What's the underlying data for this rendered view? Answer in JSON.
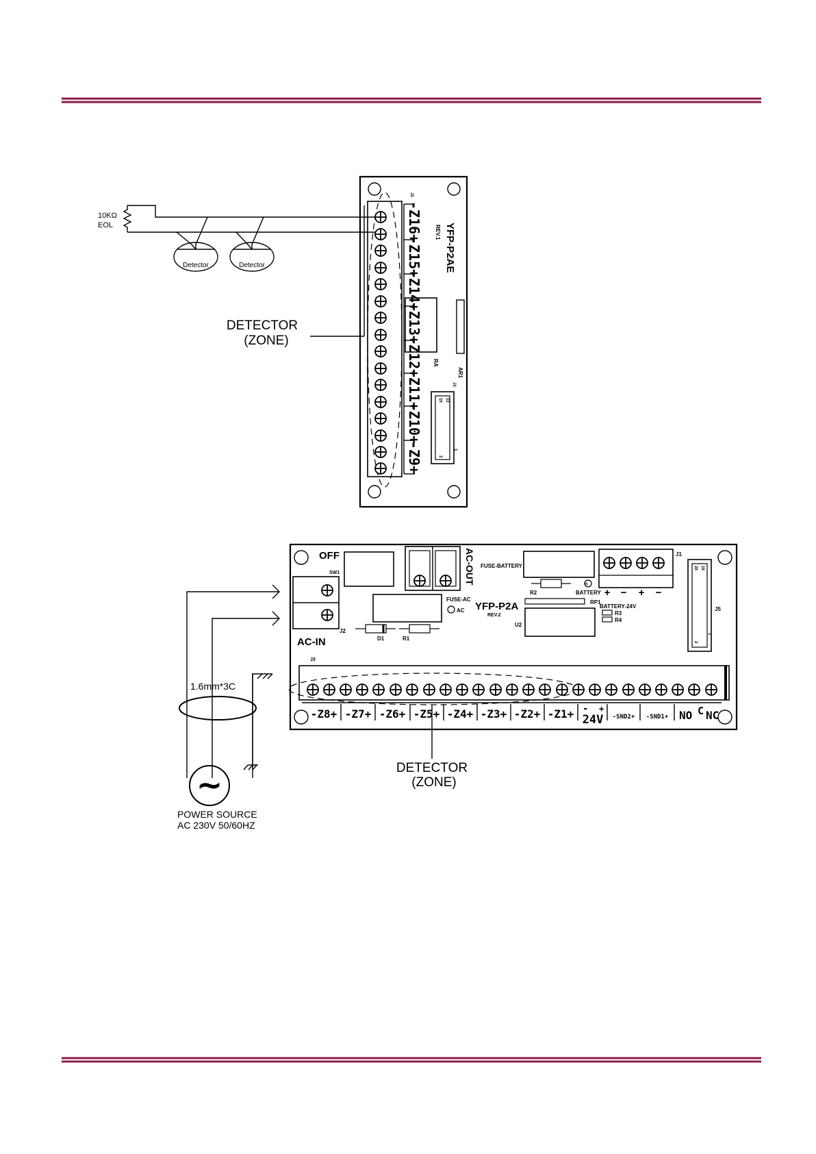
{
  "colors": {
    "rule": "#8a1a4a",
    "ink": "#000000"
  },
  "top_board": {
    "model": "YFP-P2AE",
    "rev": "REV.1",
    "connector_id": "J2",
    "relay_label": "RA",
    "array_label": "AR1",
    "header_label": "J3",
    "header_pins": [
      "10",
      "12",
      "1",
      "2"
    ],
    "zones": [
      "-Z16+",
      "-Z15+",
      "-Z14+",
      "-Z13+",
      "-Z12+",
      "-Z11+",
      "-Z10+",
      "-Z9+"
    ],
    "eol_line1": "10KΩ",
    "eol_line2": "EOL",
    "detector_label": "Detector",
    "zone_callout_1": "DETECTOR",
    "zone_callout_2": "(ZONE)"
  },
  "bottom_board": {
    "model": "YFP-P2A",
    "rev": "REV.2",
    "off": "OFF",
    "sw1": "SW1",
    "ac_in": "AC-IN",
    "j2": "J2",
    "j3": "J3",
    "ac_out": "AC-OUT",
    "fuse_battery": "FUSE-BATTERY",
    "fuse_ac": "FUSE-AC",
    "ac_mark": "AC",
    "h_mark": "H",
    "r2": "R2",
    "battery": "BATTERY",
    "battery_24v": "BATTERY-24V",
    "rp1": "RP1",
    "r3": "R3",
    "r4": "R4",
    "u2": "U2",
    "d1": "D1",
    "r1": "R1",
    "j1": "J1",
    "j5": "J5",
    "j5_pins": [
      "20",
      "19",
      "1",
      "2"
    ],
    "polarity": [
      "+",
      "−",
      "+",
      "−"
    ],
    "zones": [
      "-Z8+",
      "-Z7+",
      "-Z6+",
      "-Z5+",
      "-Z4+",
      "-Z3+",
      "-Z2+",
      "-Z1+"
    ],
    "v24_minus": "-",
    "v24_plus": "+",
    "v24": "24V",
    "snd2": "-SND2+",
    "snd1": "-SND1+",
    "no": "NO",
    "c": "C",
    "nc": "NC",
    "cable": "1.6mm*3C",
    "zone_callout_1": "DETECTOR",
    "zone_callout_2": "(ZONE)",
    "power_1": "POWER SOURCE",
    "power_2": "AC 230V 50/60HZ"
  }
}
